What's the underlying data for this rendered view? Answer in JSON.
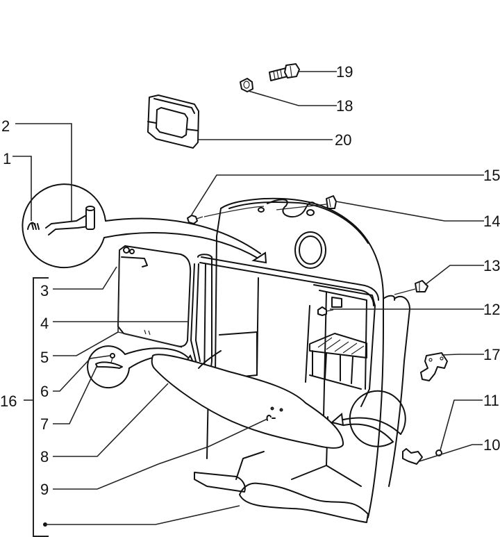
{
  "diagram": {
    "title": "Exploded parts diagram – leg shield with glove compartment",
    "line_color": "#111111",
    "background": "#ffffff",
    "callouts": [
      {
        "number": "1",
        "part": "spring clip",
        "side": "left"
      },
      {
        "number": "2",
        "part": "hinge bracket",
        "side": "left"
      },
      {
        "number": "3",
        "part": "glove box door hinge",
        "side": "left"
      },
      {
        "number": "4",
        "part": "glove box door",
        "side": "left"
      },
      {
        "number": "5",
        "part": "door panel assembly",
        "side": "left"
      },
      {
        "number": "6",
        "part": "screw",
        "side": "left"
      },
      {
        "number": "7",
        "part": "bracket",
        "side": "left"
      },
      {
        "number": "8",
        "part": "compartment lid",
        "side": "left"
      },
      {
        "number": "9",
        "part": "lock",
        "side": "left"
      },
      {
        "number": "10",
        "part": "latch",
        "side": "right"
      },
      {
        "number": "11",
        "part": "ball",
        "side": "right"
      },
      {
        "number": "12",
        "part": "screw",
        "side": "right"
      },
      {
        "number": "13",
        "part": "clip",
        "side": "right"
      },
      {
        "number": "14",
        "part": "clip",
        "side": "right"
      },
      {
        "number": "15",
        "part": "screw",
        "side": "right"
      },
      {
        "number": "16",
        "part": "leg shield assembly (bracket group)",
        "side": "left"
      },
      {
        "number": "17",
        "part": "hook",
        "side": "right"
      },
      {
        "number": "18",
        "part": "nut",
        "side": "right"
      },
      {
        "number": "19",
        "part": "bolt",
        "side": "right"
      },
      {
        "number": "20",
        "part": "rubber grommet",
        "side": "right"
      }
    ]
  }
}
